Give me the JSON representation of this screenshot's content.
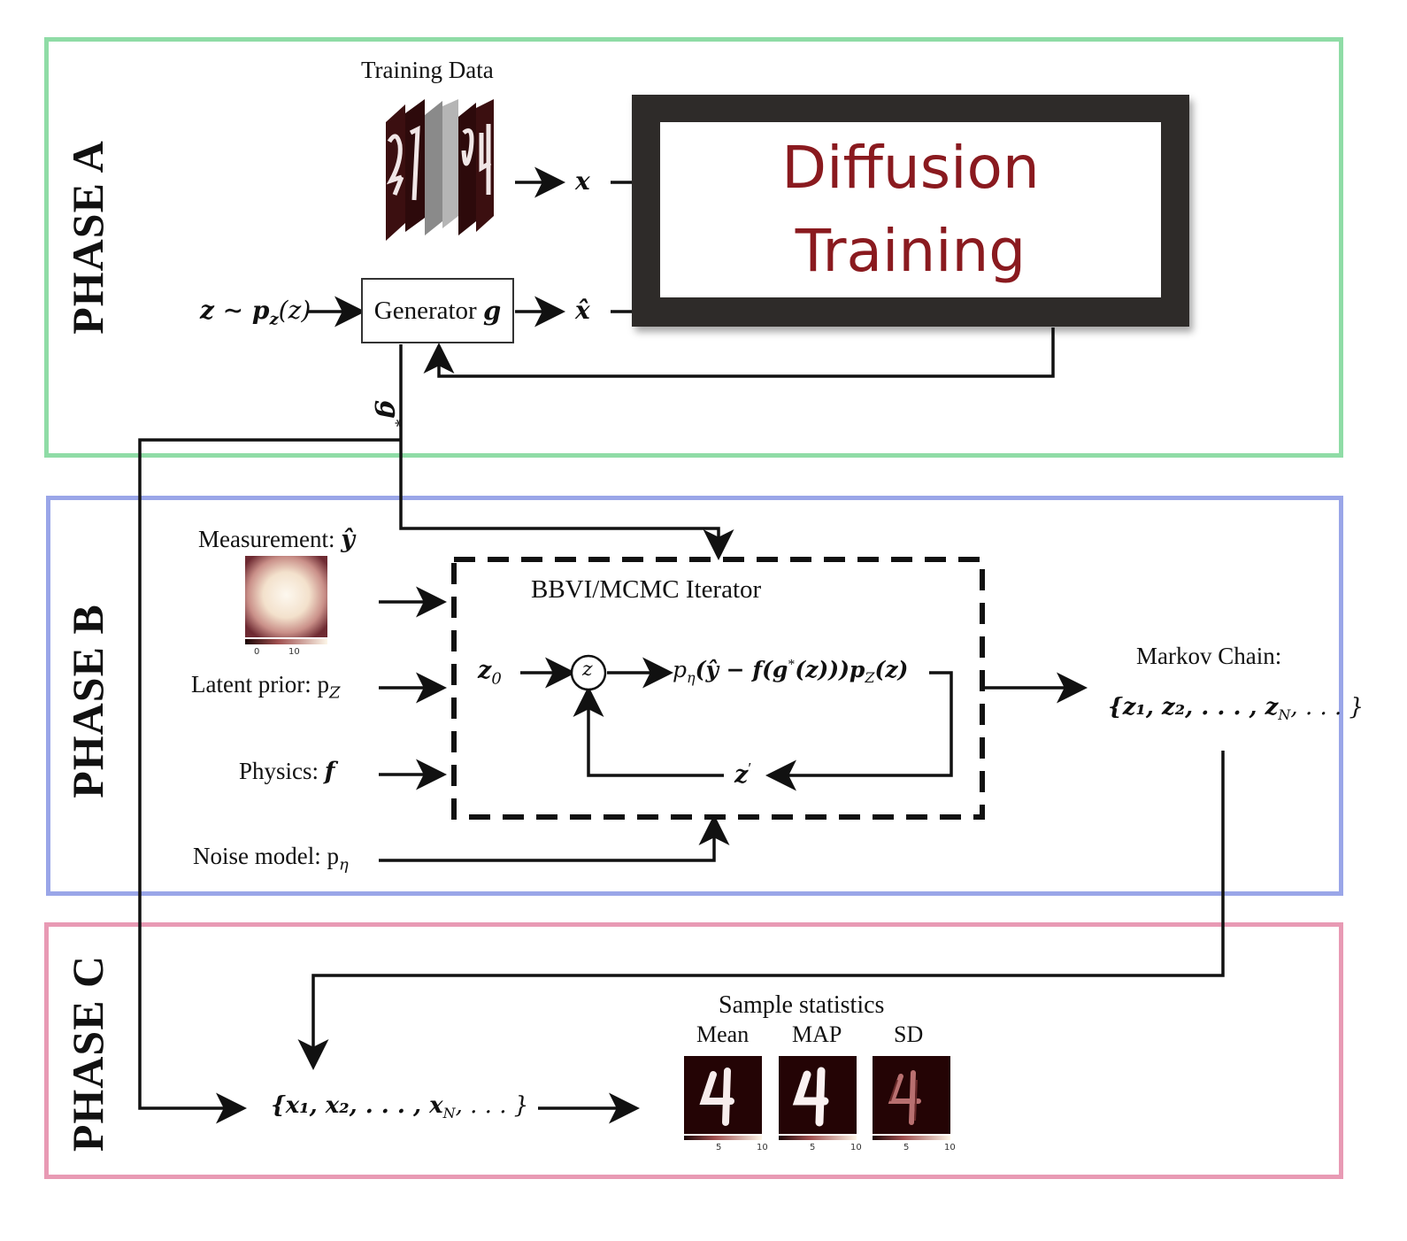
{
  "phases": {
    "a": {
      "label": "PHASE A",
      "color": "#8fdca6"
    },
    "b": {
      "label": "PHASE B",
      "color": "#9aa6e8"
    },
    "c": {
      "label": "PHASE C",
      "color": "#e89ab4"
    }
  },
  "phase_a": {
    "training_data_label": "Training Data",
    "x_label": "x",
    "z_prior": "z ∼ p",
    "z_prior_sub": "z",
    "z_prior_arg": "(z)",
    "generator_label": "Generator",
    "generator_var": "g",
    "xhat_label": "x̂",
    "diffusion_line1": "Diffusion",
    "diffusion_line2": "Training",
    "gstar_label": "g",
    "gstar_sup": "*"
  },
  "phase_b": {
    "measurement_label": "Measurement: ",
    "measurement_var": "ŷ",
    "measurement_ticks": [
      "0",
      "10"
    ],
    "latent_prior_label": "Latent prior: p",
    "latent_prior_sub": "Z",
    "physics_label": "Physics: ",
    "physics_var": "f",
    "noise_label": "Noise model: p",
    "noise_sub": "η",
    "iterator_title": "BBVI/MCMC Iterator",
    "z0_label": "z",
    "z0_sub": "0",
    "z_node": "z",
    "likelihood_expr": "p",
    "likelihood_sub": "η",
    "likelihood_rest": "(ŷ − f(g",
    "likelihood_sup": "*",
    "likelihood_end": "(z)))p",
    "likelihood_sub2": "Z",
    "likelihood_tail": "(z)",
    "zprime_label": "z",
    "zprime_sup": "′",
    "markov_label": "Markov Chain:",
    "markov_set": "{z₁, z₂, . . . , z",
    "markov_sub": "N",
    "markov_tail": ", . . . }"
  },
  "phase_c": {
    "x_set": "{x₁, x₂, . . . , x",
    "x_set_sub": "N",
    "x_set_tail": ", . . . }",
    "sample_stats_label": "Sample statistics",
    "stats": [
      {
        "label": "Mean",
        "ticks": [
          "5",
          "10"
        ]
      },
      {
        "label": "MAP",
        "ticks": [
          "5",
          "10"
        ]
      },
      {
        "label": "SD",
        "ticks": [
          "5",
          "10"
        ]
      }
    ]
  }
}
